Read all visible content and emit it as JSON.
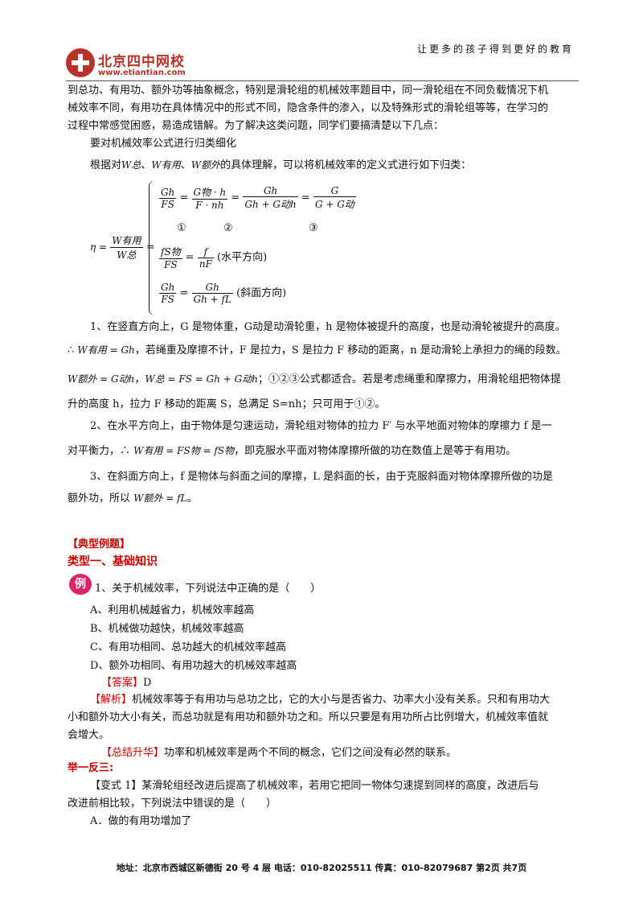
{
  "header": {
    "logo_name": "北京四中网校",
    "logo_url": "www.etiantian.com",
    "slogan": "让更多的孩子得到更好的教育"
  },
  "intro": [
    "到总功、有用功、额外功等抽象概念，特别是滑轮组的机械效率题目中，同一滑轮组在不同负载情况下机",
    "械效率不同，有用功在具体情况中的形式不同，隐含条件的渗入，以及特殊形式的滑轮组等等，在学习的",
    "过程中常感觉困惑，易造成错解。为了解决这类问题，同学们要搞清楚以下几点："
  ],
  "sub_heading": "要对机械效率公式进行归类细化",
  "classify_line": {
    "prefix": "根据对",
    "w_total": "W总",
    "sep1": "、",
    "w_useful": "W有用",
    "sep2": "、",
    "w_extra": "W额外",
    "suffix": "的具体理解，可以将机械效率的定义式进行如下归类："
  },
  "formula": {
    "eta": "η =",
    "eta_num": "W有用",
    "eta_den": "W总",
    "eq": "=",
    "row1": [
      {
        "num": "Gh",
        "den": "FS"
      },
      {
        "num": "G物 · h",
        "den": "F · nh"
      },
      {
        "num": "Gh",
        "den": "Gh + G动h"
      },
      {
        "num": "G",
        "den": "G + G动"
      }
    ],
    "marks": [
      "①",
      "②",
      "③"
    ],
    "row2": [
      {
        "num": "fS物",
        "den": "FS"
      },
      {
        "num": "f",
        "den": "nF"
      }
    ],
    "row2_note": "(水平方向)",
    "row3": [
      {
        "num": "Gh",
        "den": "FS"
      },
      {
        "num": "Gh",
        "den": "Gh + fL"
      }
    ],
    "row3_note": "(斜面方向)"
  },
  "p1": {
    "l1": "1、在竖直方向上，G 是物体重，G动是动滑轮重，h 是物体被提升的高度，也是动滑轮被提升的高度。",
    "l2_prefix": "∴",
    "l2_formula": "W有用 = Gh",
    "l2_text": "，若绳重及摩擦不计，F 是拉力，S 是拉力 F 移动的距离，n 是动滑轮上承担力的绳的段数。",
    "l3_formula1": "W额外 = G动h",
    "l3_sep": "，",
    "l3_formula2": "W总 = FS = Gh + G动h",
    "l3_text": "；①②③公式都适合。若是考虑绳重和摩擦力，用滑轮组把物体提",
    "l4": "升的高度 h，拉力 F 移动的距离 S，总满足 S=nh；只可用于①②。"
  },
  "p2": {
    "l1": "2、在水平方向上，由于物体是匀速运动，滑轮组对物体的拉力 F′ 与水平地面对物体的摩擦力 f 是一",
    "l2_prefix": "对平衡力，∴",
    "l2_formula": "W有用 = FS物 = fS物",
    "l2_text": "，即克服水平面对物体摩擦所做的功在数值上是等于有用功。"
  },
  "p3": {
    "l1": "3、在斜面方向上，f 是物体与斜面之间的摩擦，L 是斜面的长，由于克服斜面对物体摩擦所做的功是",
    "l2_prefix": "额外功，所以",
    "l2_formula": "W额外 = fL",
    "l2_suffix": "。"
  },
  "section_title": "【典型例题】",
  "type_title": "类型一、基础知识",
  "example": {
    "badge": "例",
    "question": "1、关于机械效率，下列说法中正确的是（　　）",
    "options": [
      "A、利用机械越省力，机械效率越高",
      "B、机械做功越快，机械效率越高",
      "C、有用功相同、总功越大的机械效率越高",
      "D、额外功相同、有用功越大的机械效率越高"
    ],
    "answer_tag": "【答案】",
    "answer": "D",
    "analysis_tag": "【解析】",
    "analysis": [
      "机械效率等于有用功与总功之比，它的大小与是否省力、功率大小没有关系。只和有用功大",
      "小和额外功大小有关，而总功就是有用功和额外功之和。所以只要是有用功所占比例增大，机械效率值就",
      "会增大。"
    ],
    "summary_tag": "【总结升华】",
    "summary": "功率和机械效率是两个不同的概念，它们之间没有必然的联系。"
  },
  "practice": {
    "title": "举一反三:",
    "variant_tag": "【变式 1】",
    "variant": [
      "某滑轮组经改进后提高了机械效率，若用它把同一物体匀速提到同样的高度，改进后与",
      "改进前相比较，下列说法中错误的是（　　）"
    ],
    "option_a": "A．做的有用功增加了"
  },
  "footer": "地址：北京市西城区新德街 20 号 4 层  电话：010-82025511  传真：010-82079687    第2页  共7页"
}
